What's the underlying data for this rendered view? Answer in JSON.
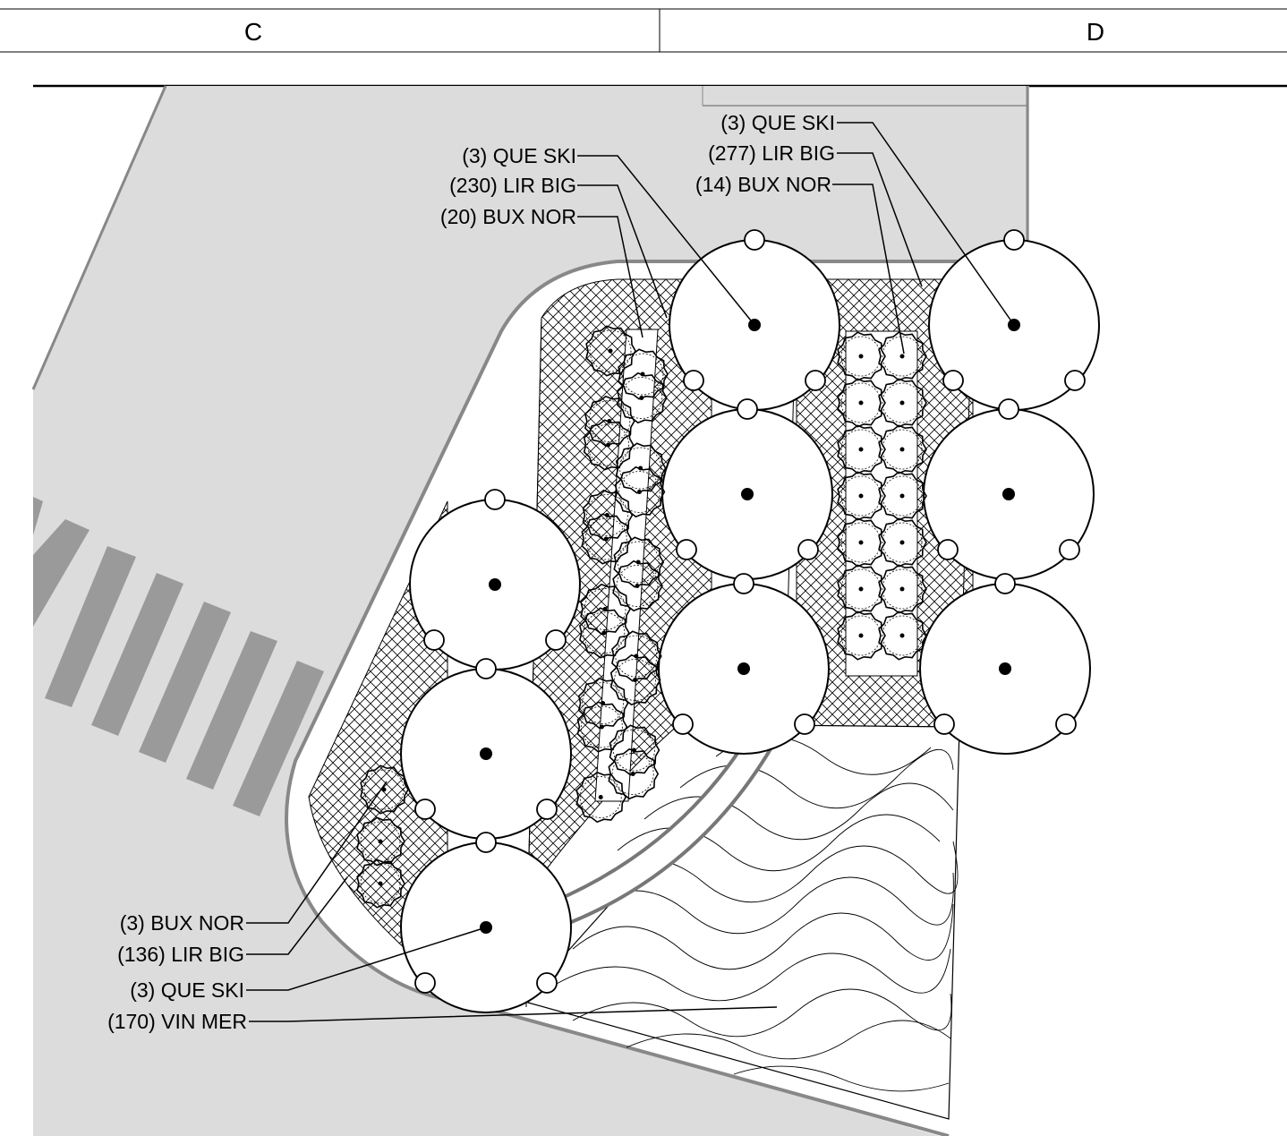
{
  "grid_header": {
    "columns": [
      "C",
      "D"
    ]
  },
  "labels": {
    "que_ski_top_left": "(3) QUE SKI",
    "lir_big_top_left": "(230) LIR BIG",
    "bux_nor_top_left": "(20) BUX NOR",
    "que_ski_top_right": "(3) QUE SKI",
    "lir_big_top_right": "(277) LIR BIG",
    "bux_nor_top_right": "(14) BUX NOR",
    "bux_nor_bottom": "(3) BUX NOR",
    "lir_big_bottom": "(136) LIR BIG",
    "que_ski_bottom": "(3) QUE SKI",
    "vin_mer_bottom": "(170) VIN MER"
  },
  "colors": {
    "paving": "#dcdcdc",
    "stripe": "#9a9a9a",
    "edge": "#888888",
    "line": "#000000"
  },
  "symbols": {
    "tree": "que-ski-tree-symbol",
    "shrub": "bux-nor-shrub-symbol",
    "groundcover": "lir-big-crosshatch",
    "vine": "vin-mer-wave-hatch"
  }
}
